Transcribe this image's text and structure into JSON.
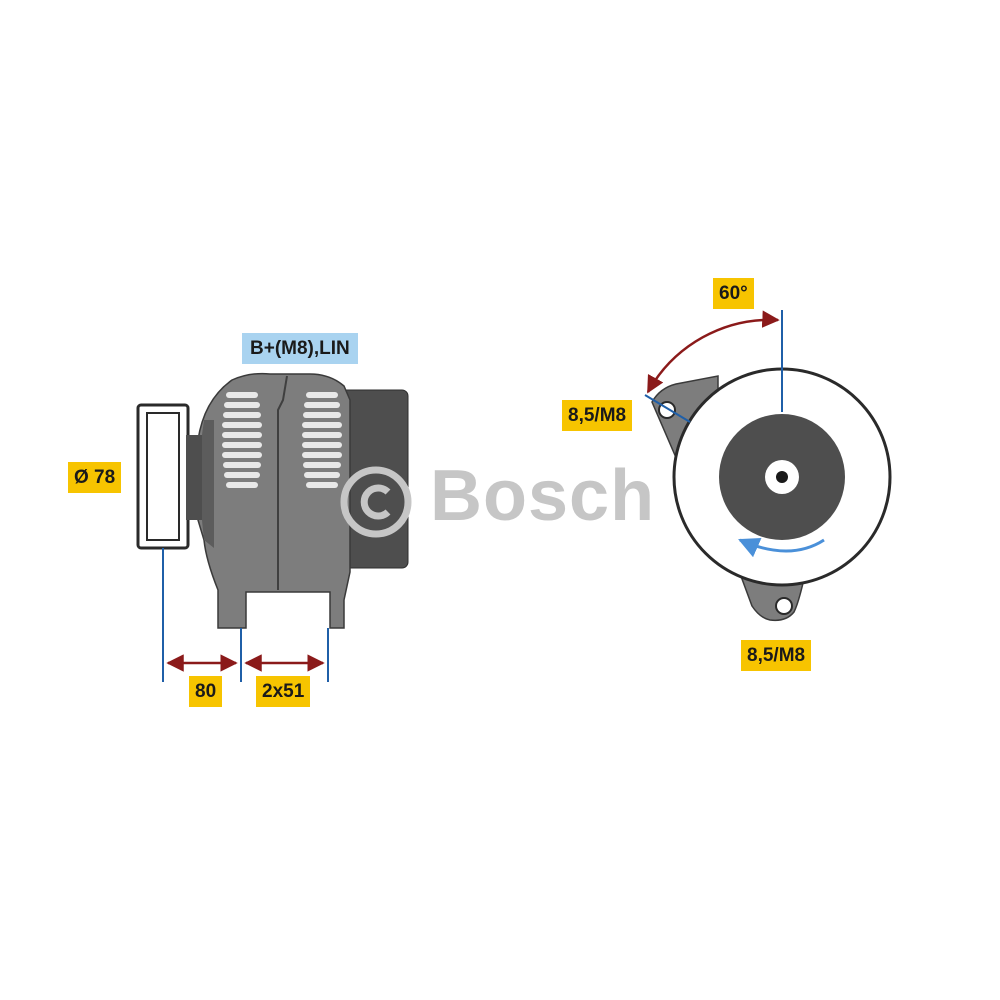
{
  "diagram": {
    "labels": {
      "diameter": "Ø 78",
      "terminal": "B+(M8),LIN",
      "dim_80": "80",
      "dim_2x51": "2x51",
      "angle": "60°",
      "mount_top": "8,5/M8",
      "mount_bottom": "8,5/M8"
    },
    "watermark": {
      "brand": "Bosch"
    },
    "colors": {
      "label_bg": "#f7c400",
      "terminal_bg": "#a9d3f0",
      "dimension_line": "#1f5fa8",
      "arrow": "#8b1a1a",
      "rotation_arrow": "#4a90d9",
      "body_gray": "#7d7d7d",
      "dark_gray": "#4e4e4e",
      "watermark": "#c6c6c6"
    }
  }
}
